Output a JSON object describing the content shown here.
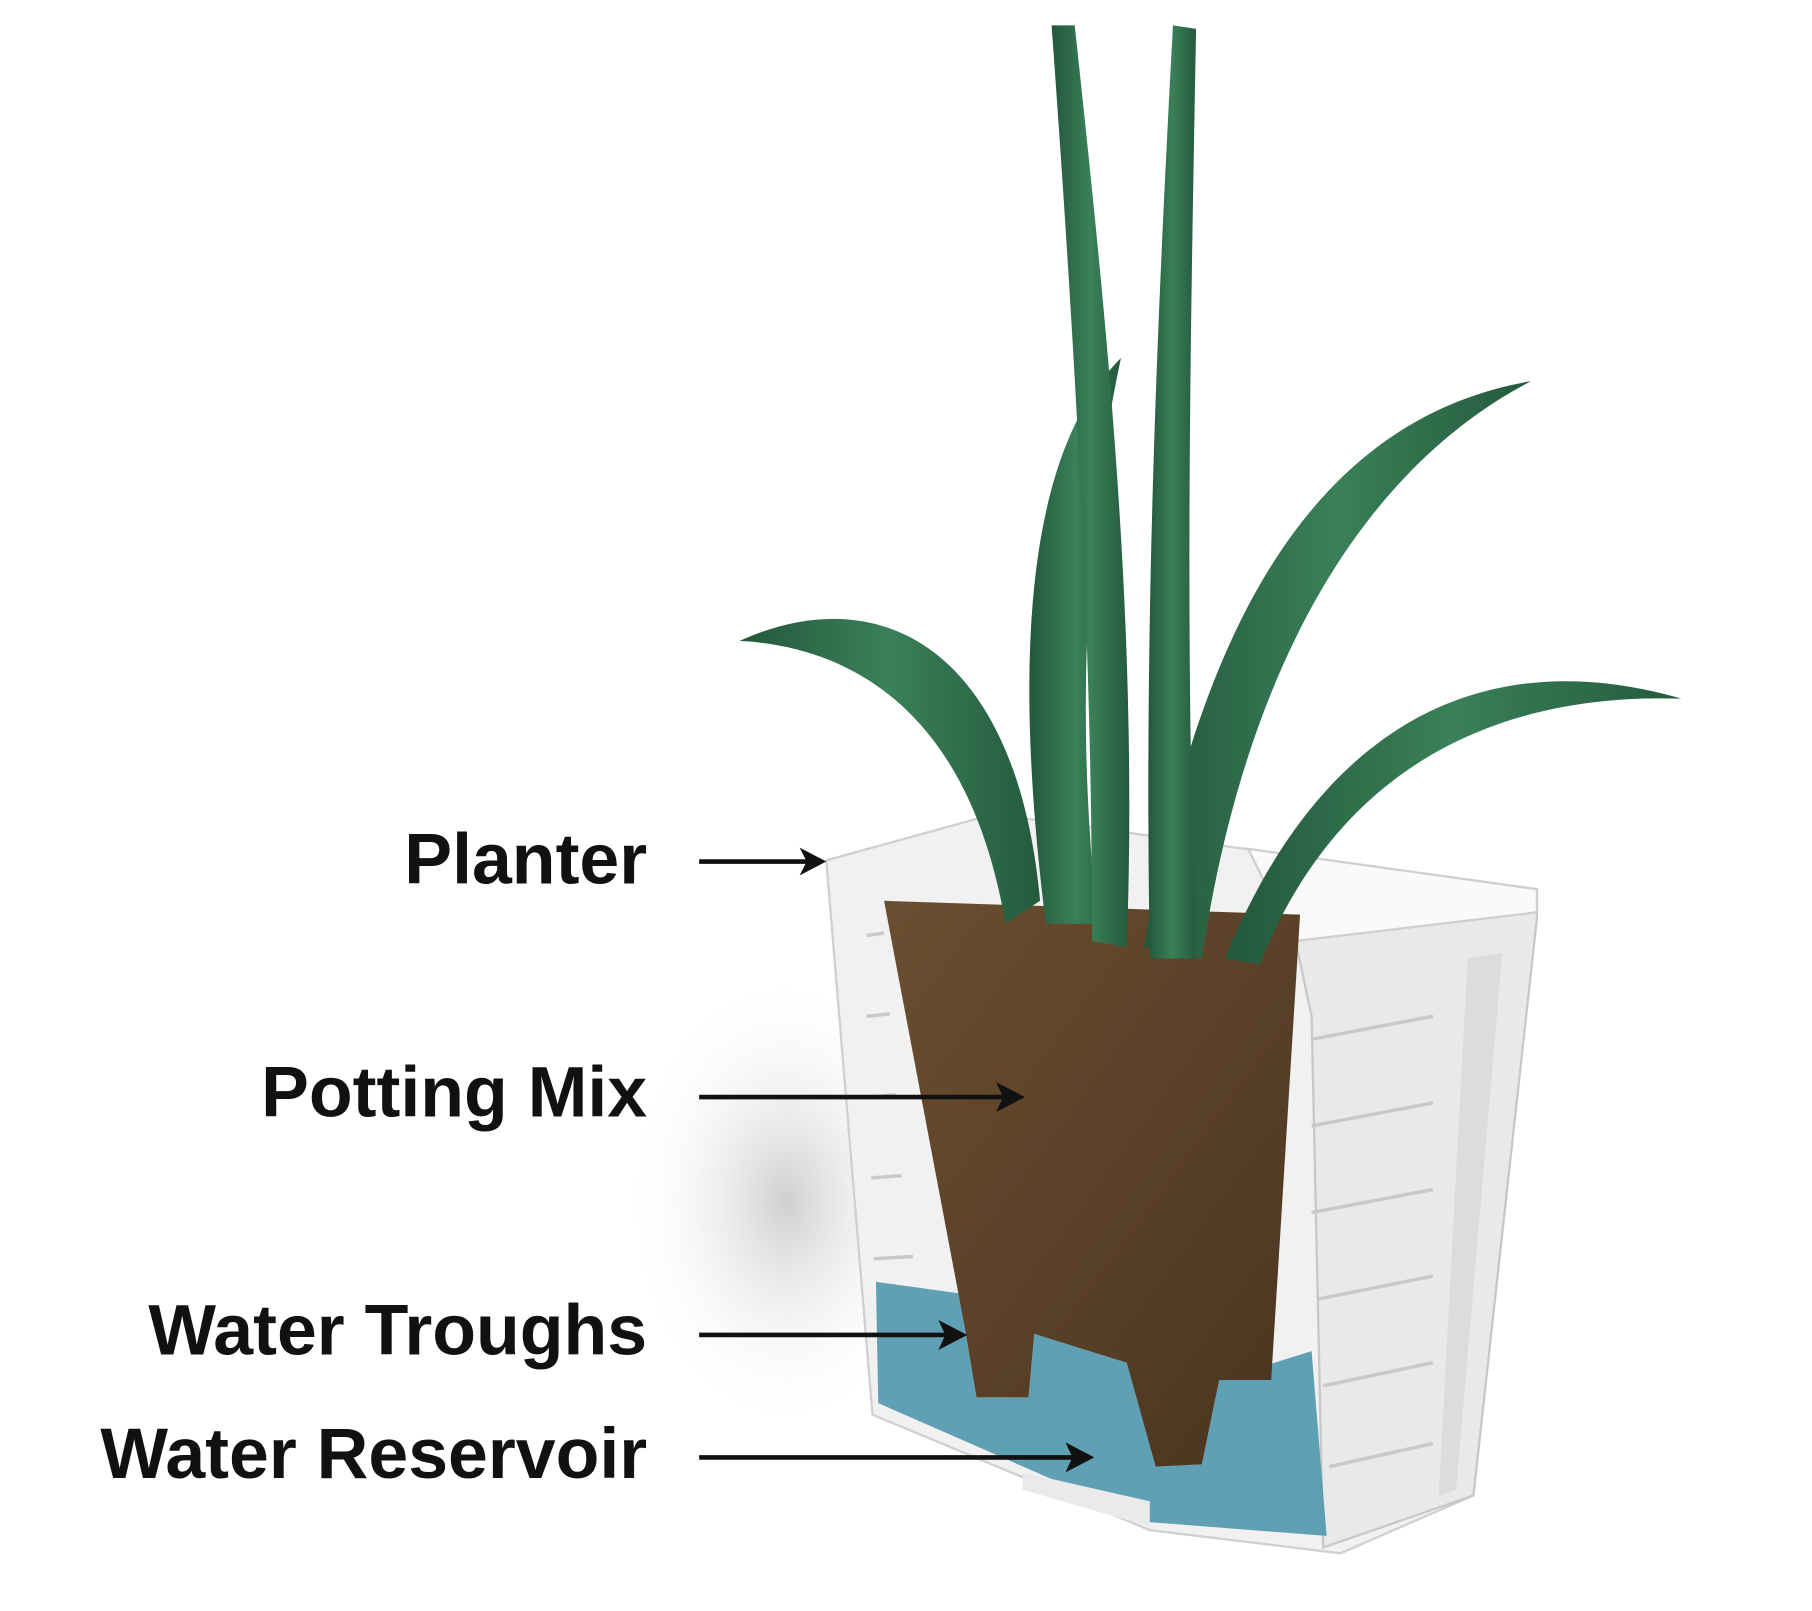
{
  "diagram": {
    "labels": {
      "planter": "Planter",
      "potting_mix": "Potting Mix",
      "water_troughs": "Water Troughs",
      "water_reservoir": "Water Reservoir"
    },
    "colors": {
      "leaf": "#2f6f4c",
      "soil": "#5a4128",
      "water": "#4f97ad",
      "planter": "#f2f2f2",
      "text": "#111111"
    }
  }
}
